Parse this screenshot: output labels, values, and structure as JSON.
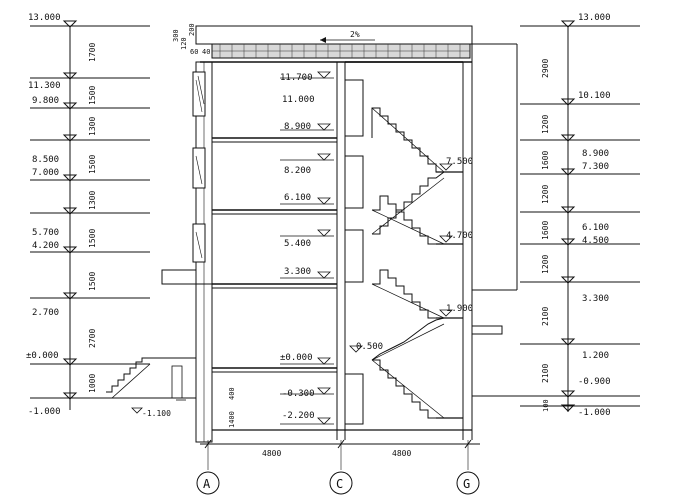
{
  "left_elevations": [
    "13.000",
    "11.300",
    "9.800",
    "8.500",
    "7.000",
    "5.700",
    "4.200",
    "2.700",
    "±0.000",
    "-1.000"
  ],
  "left_dims": [
    "1700",
    "1500",
    "1300",
    "1500",
    "1300",
    "1500",
    "1500",
    "2700",
    "1000"
  ],
  "right_elevations": [
    "13.000",
    "10.100",
    "8.900",
    "7.300",
    "6.100",
    "4.500",
    "3.300",
    "1.200",
    "-0.900",
    "-1.000"
  ],
  "right_dims": [
    "2900",
    "1200",
    "1600",
    "1200",
    "1600",
    "1200",
    "2100",
    "2100",
    "100"
  ],
  "inner_elevations": [
    "11.700",
    "11.000",
    "8.900",
    "8.200",
    "6.100",
    "5.400",
    "3.300",
    "±0.000",
    "-0.300",
    "-2.200"
  ],
  "landing_elevations": [
    "7.500",
    "4.700",
    "1.900",
    "0.500"
  ],
  "top_dims": [
    "300",
    "120",
    "200",
    "60",
    "40"
  ],
  "bottom_dims": [
    "1400",
    "400"
  ],
  "ground_label": "-1.100",
  "slope_label": "2%",
  "span_dims": [
    "4800",
    "4800"
  ],
  "axes": [
    "A",
    "C",
    "G"
  ]
}
